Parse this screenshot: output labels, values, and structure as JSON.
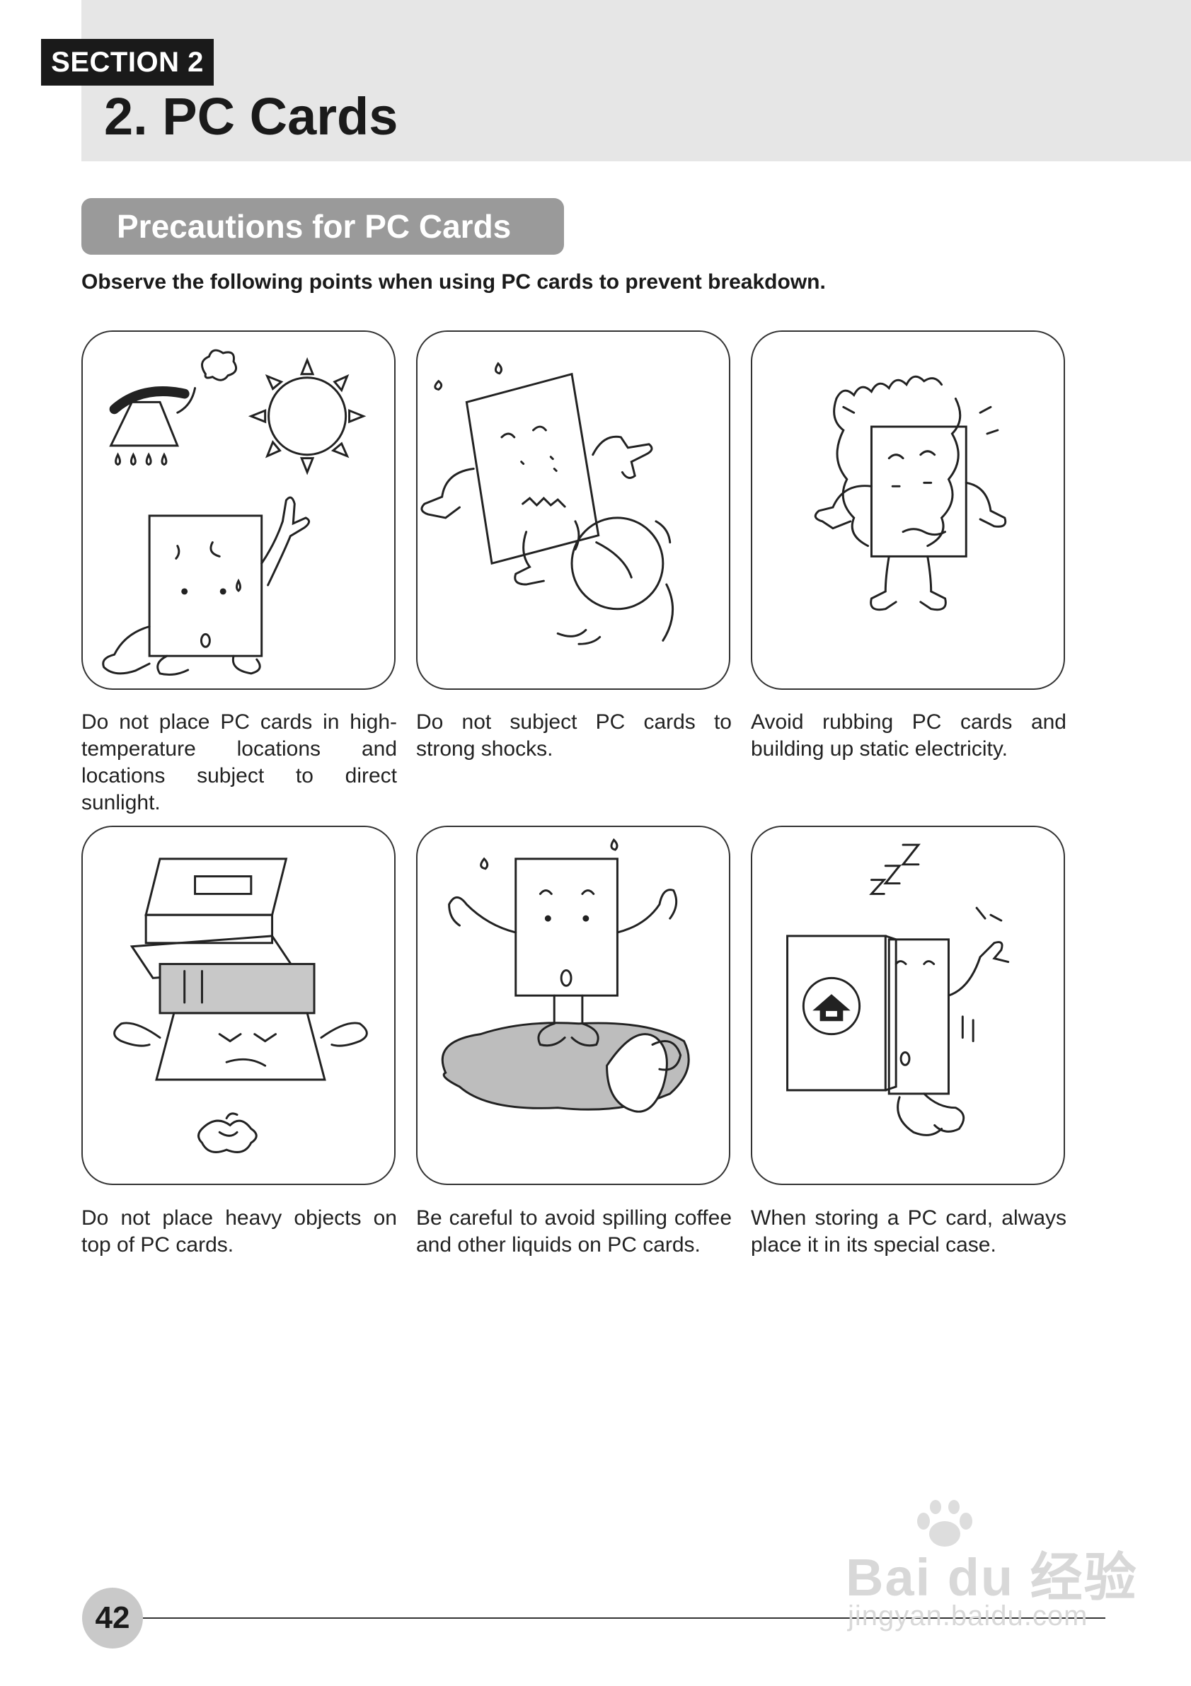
{
  "header": {
    "section_tag": "SECTION 2",
    "title": "2. PC Cards"
  },
  "subsection": {
    "title": "Precautions for PC Cards",
    "intro": "Observe the following points when using PC cards to prevent breakdown."
  },
  "panels": [
    {
      "caption": "Do not place PC cards in high-temperature locations and locations subject to direct sunlight.",
      "illustration": "card-heat-sun"
    },
    {
      "caption": "Do not subject PC cards to strong shocks.",
      "illustration": "card-shock"
    },
    {
      "caption": "Avoid rubbing PC cards and building up static electricity.",
      "illustration": "card-static"
    },
    {
      "caption": "Do not place heavy objects on top of PC cards.",
      "illustration": "card-heavy-objects"
    },
    {
      "caption": "Be careful to avoid spilling coffee and other liquids on PC cards.",
      "illustration": "card-liquid-spill"
    },
    {
      "caption": "When storing a PC card, always place it in its special case.",
      "illustration": "card-storage-case"
    }
  ],
  "footer": {
    "page_number": "42",
    "watermark": "Bai du 经验",
    "watermark_url": "jingyan.baidu.com"
  },
  "colors": {
    "header_band": "#e6e6e6",
    "section_tag": "#1a1a1a",
    "subsection_pill": "#9a9a9a",
    "page_circle": "#c9c9c9"
  }
}
